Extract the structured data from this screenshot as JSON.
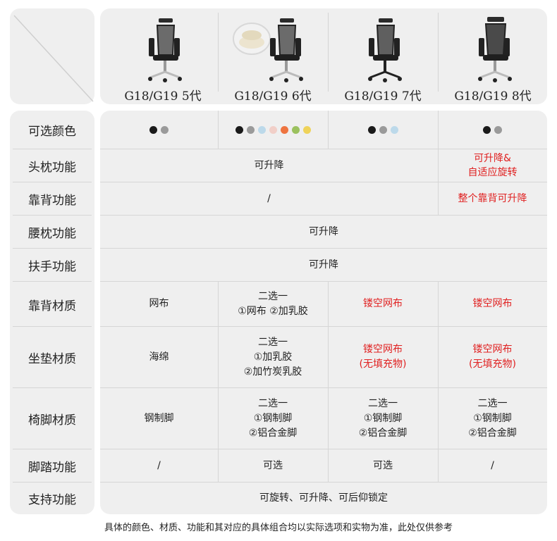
{
  "header": {
    "columns": [
      {
        "label": "G18/G19 5代"
      },
      {
        "label": "G18/G19 6代"
      },
      {
        "label": "G18/G19 7代"
      },
      {
        "label": "G18/G19 8代"
      }
    ]
  },
  "rows": {
    "color": {
      "label": "可选颜色",
      "gen5_colors": [
        "#1a1a1a",
        "#9a9a9a"
      ],
      "gen6_colors": [
        "#1a1a1a",
        "#9a9a9a",
        "#bcd9ea",
        "#f1cfc8",
        "#ee7440",
        "#9bc15e",
        "#efd35a"
      ],
      "gen7_colors": [
        "#1a1a1a",
        "#9a9a9a",
        "#bcd9ea"
      ],
      "gen8_colors": [
        "#1a1a1a",
        "#9a9a9a"
      ]
    },
    "headrest": {
      "label": "头枕功能",
      "gen5_7": "可升降",
      "gen8_line1": "可升降&",
      "gen8_line2": "自适应旋转"
    },
    "backrest": {
      "label": "靠背功能",
      "gen5_7": "/",
      "gen8": "整个靠背可升降"
    },
    "lumbar": {
      "label": "腰枕功能",
      "all": "可升降"
    },
    "armrest": {
      "label": "扶手功能",
      "all": "可升降"
    },
    "back_material": {
      "label": "靠背材质",
      "gen5": "网布",
      "gen6_line1": "二选一",
      "gen6_line2": "①网布 ②加乳胶",
      "gen7": "镂空网布",
      "gen8": "镂空网布"
    },
    "seat_material": {
      "label": "坐垫材质",
      "gen5": "海绵",
      "gen6_line1": "二选一",
      "gen6_line2": "①加乳胶",
      "gen6_line3": "②加竹炭乳胶",
      "gen7_line1": "镂空网布",
      "gen7_line2": "(无填充物)",
      "gen8_line1": "镂空网布",
      "gen8_line2": "(无填充物)"
    },
    "base_material": {
      "label": "椅脚材质",
      "gen5": "钢制脚",
      "option_line1": "二选一",
      "option_line2": "①钢制脚",
      "option_line3": "②铝合金脚"
    },
    "footrest": {
      "label": "脚踏功能",
      "gen5": "/",
      "gen6": "可选",
      "gen7": "可选",
      "gen8": "/"
    },
    "support": {
      "label": "支持功能",
      "all": "可旋转、可升降、可后仰锁定"
    }
  },
  "footnote": "具体的颜色、材质、功能和其对应的具体组合均以实际选项和实物为准，此处仅供参考"
}
